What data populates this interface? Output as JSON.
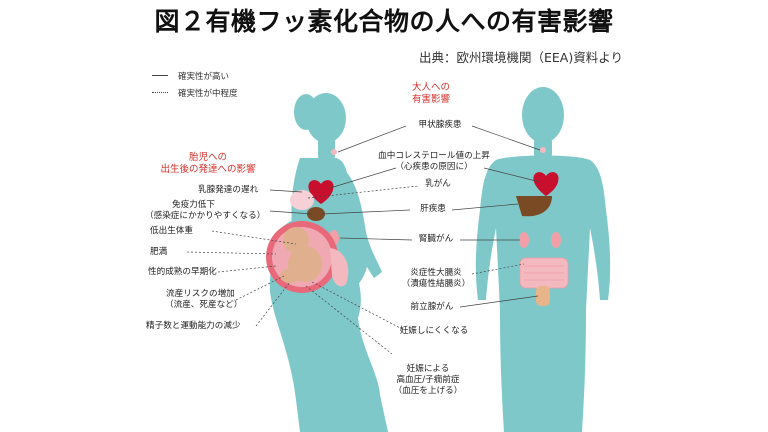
{
  "title": "図２有機フッ素化合物の人への有害影響",
  "source": "出典：欧州環境機関（EEA)資料より",
  "legend": {
    "high": "確実性が高い",
    "medium": "確実性が中程度"
  },
  "headings": {
    "fetal": [
      "胎児への",
      "出生後の発達への影響"
    ],
    "adult": [
      "大人への",
      "有害影響"
    ]
  },
  "fetal_effects": [
    "乳腺発達の遅れ",
    "免疫力低下",
    "（感染症にかかりやすくなる）",
    "低出生体重",
    "肥満",
    "性的成熟の早期化",
    "流産リスクの増加",
    "（流産、死産など）",
    "精子数と運動能力の減少"
  ],
  "adult_effects": [
    "甲状腺疾患",
    "血中コレステロール値の上昇",
    "（心疾患の原因に）",
    "乳がん",
    "肝疾患",
    "腎臓がん",
    "炎症性大腸炎",
    "（潰瘍性結腸炎）",
    "前立腺がん",
    "妊娠しにくくなる",
    "妊娠による",
    "高血圧/子癇前症",
    "（血圧を上げる）"
  ],
  "colors": {
    "body": "#7fc8c9",
    "accent": "#d8322d",
    "organ_red": "#c8102e",
    "liver": "#7a4a24",
    "kidney": "#f0a0a6",
    "intestine": "#f4b8bf",
    "womb": "#e86a7a",
    "fetus": "#e0b08e"
  }
}
